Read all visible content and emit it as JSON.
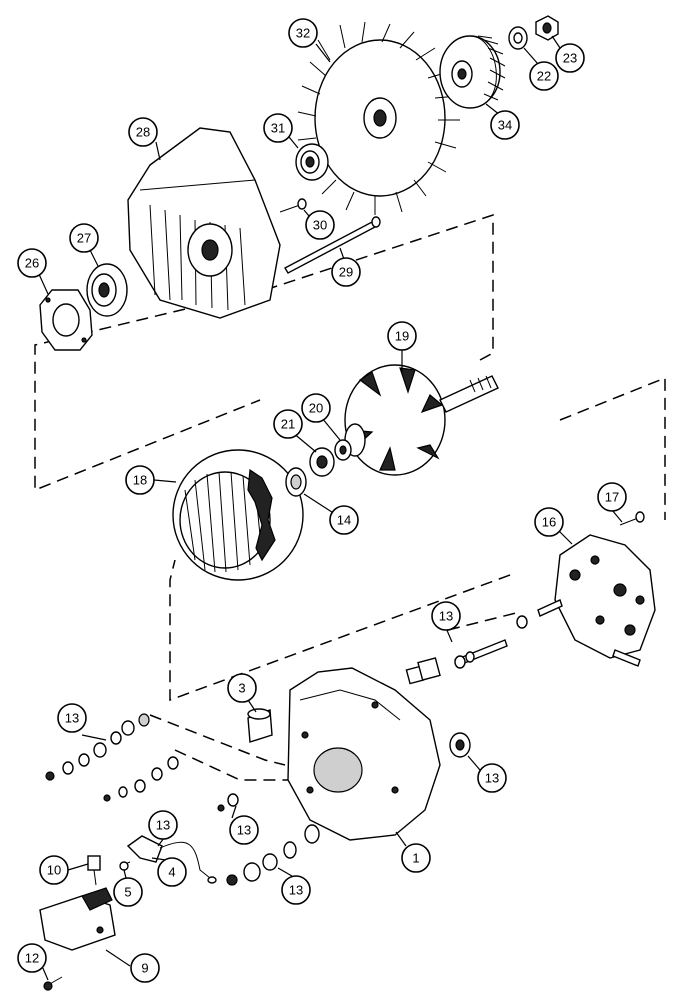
{
  "diagram": {
    "callouts": [
      {
        "id": "c32",
        "label": "32"
      },
      {
        "id": "c23",
        "label": "23"
      },
      {
        "id": "c22",
        "label": "22"
      },
      {
        "id": "c34",
        "label": "34"
      },
      {
        "id": "c28",
        "label": "28"
      },
      {
        "id": "c31",
        "label": "31"
      },
      {
        "id": "c30",
        "label": "30"
      },
      {
        "id": "c27",
        "label": "27"
      },
      {
        "id": "c26",
        "label": "26"
      },
      {
        "id": "c29",
        "label": "29"
      },
      {
        "id": "c19",
        "label": "19"
      },
      {
        "id": "c20",
        "label": "20"
      },
      {
        "id": "c21",
        "label": "21"
      },
      {
        "id": "c18",
        "label": "18"
      },
      {
        "id": "c14",
        "label": "14"
      },
      {
        "id": "c17",
        "label": "17"
      },
      {
        "id": "c16",
        "label": "16"
      },
      {
        "id": "c13a",
        "label": "13"
      },
      {
        "id": "c3",
        "label": "3"
      },
      {
        "id": "c13b",
        "label": "13"
      },
      {
        "id": "c13c",
        "label": "13"
      },
      {
        "id": "c13d",
        "label": "13"
      },
      {
        "id": "c13e",
        "label": "13"
      },
      {
        "id": "c1",
        "label": "1"
      },
      {
        "id": "c10",
        "label": "10"
      },
      {
        "id": "c5",
        "label": "5"
      },
      {
        "id": "c4",
        "label": "4"
      },
      {
        "id": "c13f",
        "label": "13"
      },
      {
        "id": "c12",
        "label": "12"
      },
      {
        "id": "c9",
        "label": "9"
      }
    ]
  }
}
